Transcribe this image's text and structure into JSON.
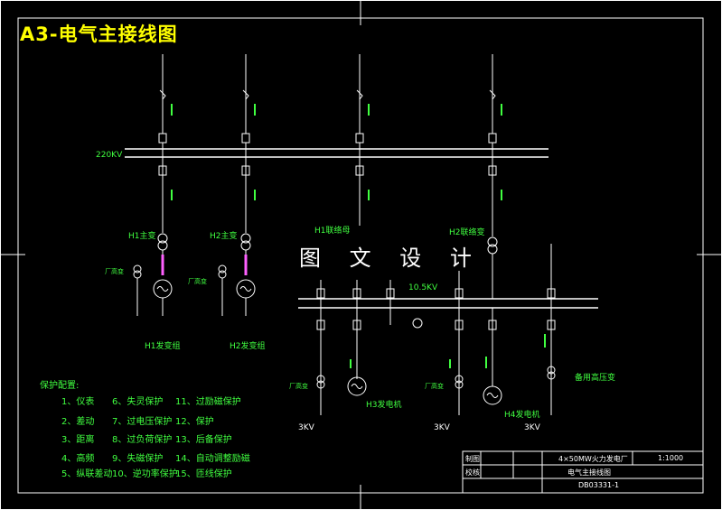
{
  "title": "A3-电气主接线图",
  "watermark": "图 文 设 计",
  "colors": {
    "background": "#000000",
    "frame": "#ffffff",
    "title": "#ffff00",
    "green": "#40ff40",
    "magenta": "#ff60ff"
  },
  "buses": {
    "hv": "220KV",
    "lv": "10.5KV"
  },
  "labels": {
    "h1_main_tx": "H1主变",
    "h2_main_tx": "H2主变",
    "h1_feeder": "H1联络母",
    "h2_tie_tx": "H2联络变",
    "h1_gen_group": "H1发变组",
    "h2_gen_group": "H2发变组",
    "h3_gen": "H3发电机",
    "h4_gen": "H4发电机",
    "backup_tx": "备用高压变",
    "kv3_left": "3KV",
    "kv3_mid": "3KV",
    "kv3_right": "3KV",
    "aux_tx_1": "厂高变",
    "aux_tx_2": "厂高变",
    "aux_tx_3": "厂高变",
    "aux_tx_4": "厂高变"
  },
  "protection": {
    "heading": "保护配置:",
    "items": [
      "1、仪表",
      "6、失灵保护",
      "11、过励磁保护",
      "2、差动",
      "7、过电压保护",
      "12、保护",
      "3、距离",
      "8、过负荷保护",
      "13、后备保护",
      "4、高频",
      "9、失磁保护",
      "14、自动调整励磁",
      "5、纵联差动",
      "10、逆功率保护",
      "15、匝线保护"
    ]
  },
  "title_block": {
    "row1_label": "制图",
    "row2_label": "校核",
    "project": "4×50MW火力发电厂",
    "scale": "1:1000",
    "drawing_name": "电气主接线图",
    "drawing_no": "DB03331-1"
  }
}
